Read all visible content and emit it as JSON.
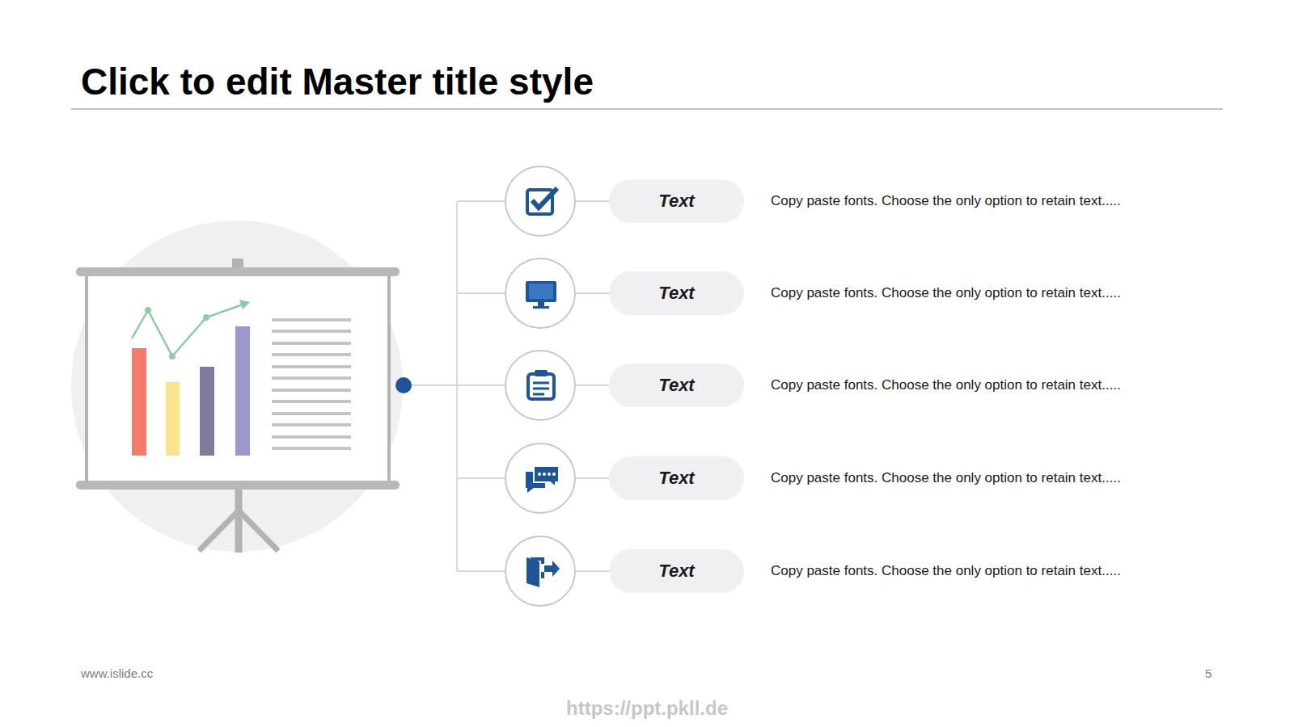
{
  "diagram": {
    "title": "Click to edit Master title style",
    "nodes": [
      {
        "text": [
          "Text"
        ]
      },
      {
        "text": [
          "Text"
        ]
      },
      {
        "text": [
          "Text"
        ]
      },
      {
        "text": [
          "Text"
        ]
      },
      {
        "text": [
          "Text"
        ]
      }
    ],
    "labels": [
      "Copy paste fonts. Choose the only option to retain text.....",
      "Copy paste fonts. Choose the only option to retain text.....",
      "Copy paste fonts. Choose the only option to retain text.....",
      "Copy paste fonts. Choose the only option to retain text.....",
      "Copy paste fonts. Choose the only option to retain text.....",
      "www.islide.cc",
      "5",
      "https://ppt.pkll.de"
    ]
  }
}
